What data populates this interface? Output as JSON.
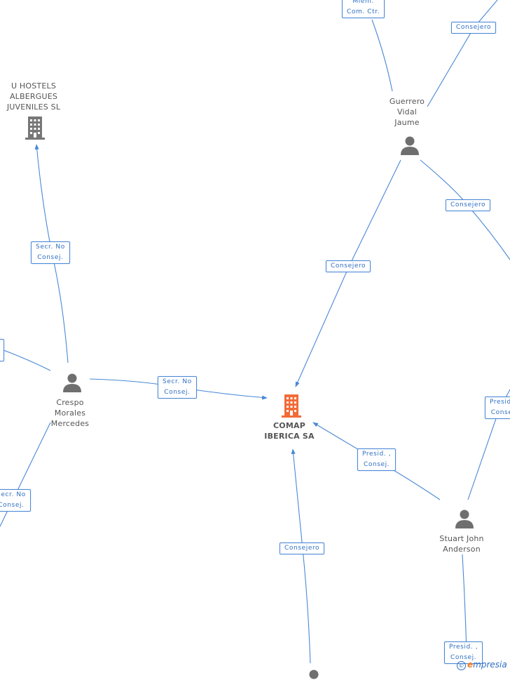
{
  "nodes": {
    "comap": {
      "lines": [
        "COMAP",
        "IBERICA SA"
      ],
      "color": "#f26b38",
      "type": "company-main"
    },
    "uhostels": {
      "lines": [
        "U HOSTELS",
        "ALBERGUES",
        "JUVENILES SL"
      ],
      "color": "#777777",
      "type": "company"
    },
    "guerrero": {
      "lines": [
        "Guerrero",
        "Vidal",
        "Jaume"
      ],
      "type": "person"
    },
    "crespo": {
      "lines": [
        "Crespo",
        "Morales",
        "Mercedes"
      ],
      "type": "person"
    },
    "stuart": {
      "lines": [
        "Stuart John",
        "Anderson"
      ],
      "type": "person"
    }
  },
  "edge_labels": {
    "miem_com_ctr": [
      "Miem.",
      "Com. Ctr."
    ],
    "consejero_top": [
      "Consejero"
    ],
    "consejero_guerrero_right": [
      "Consejero"
    ],
    "consejero_guerrero_comap": [
      "Consejero"
    ],
    "secr_uhostels": [
      "Secr. No",
      "Consej."
    ],
    "secr_comap": [
      "Secr. No",
      "Consej."
    ],
    "secr_bottom_left": [
      "Secr. No",
      "Consej."
    ],
    "presid_right_edge": [
      "Presid.",
      "Conse"
    ],
    "presid_comap": [
      "Presid. ,",
      "Consej."
    ],
    "consejero_bottom": [
      "Consejero"
    ],
    "presid_bottom": [
      "Presid. ,",
      "Consej."
    ],
    "left_edge_stub": [
      ""
    ]
  },
  "brand": {
    "copyright": "©",
    "first": "e",
    "rest": "mpresia"
  },
  "colors": {
    "edge": "#4a88d6",
    "person": "#6f6f6f",
    "company": "#777777",
    "main": "#f26b38"
  }
}
